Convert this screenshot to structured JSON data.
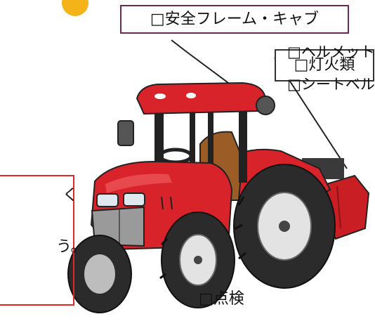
{
  "labels": {
    "safety_frame_cab": "□安全フレーム・キャブ",
    "helmet": "□ヘルメット",
    "seatbelt": "□シートベルト",
    "lights": "□灯火類",
    "inspection": "□点検"
  },
  "note": {
    "lines": [
      "く",
      "う。"
    ]
  },
  "colors": {
    "tractor_red": "#d8232a",
    "note_border": "#e02828",
    "badge": "#f3b319",
    "frame_border": "#6b2a52"
  }
}
